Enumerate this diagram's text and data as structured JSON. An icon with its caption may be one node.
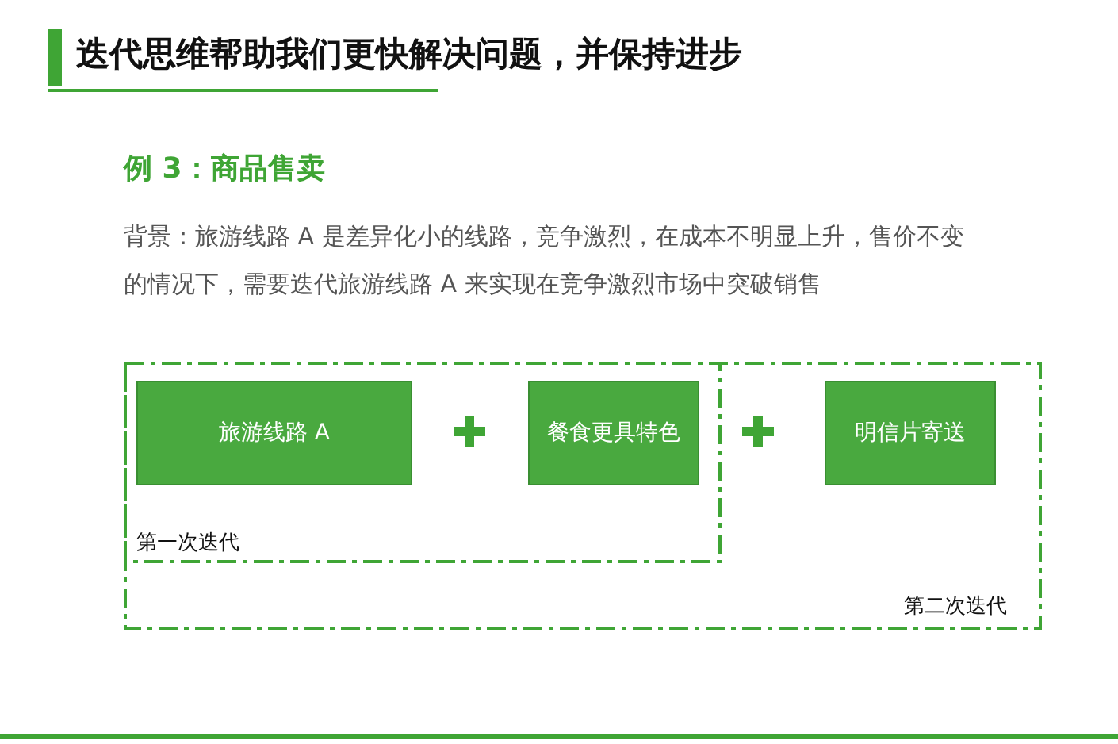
{
  "diagram": {
    "title": "迭代思维帮助我们更快解决问题，并保持进步",
    "nodes": [
      {
        "text": [
          "第二次迭代"
        ]
      },
      {
        "text": [
          "第一次迭代"
        ],
        "in": 0
      },
      {
        "text": [
          "旅游线路 A"
        ],
        "in": 1
      },
      {
        "text": [
          "餐食更具特色"
        ],
        "in": 1
      },
      {
        "text": [
          "明信片寄送"
        ],
        "in": 0
      }
    ],
    "edges": [],
    "labels": [
      "例 3：商品售卖",
      "背景：旅游线路 A 是差异化小的线路，竞争激烈，在成本不明显上升，售价不变的情况下，需要迭代旅游线路 A 来实现在竞争激烈市场中突破销售"
    ]
  }
}
